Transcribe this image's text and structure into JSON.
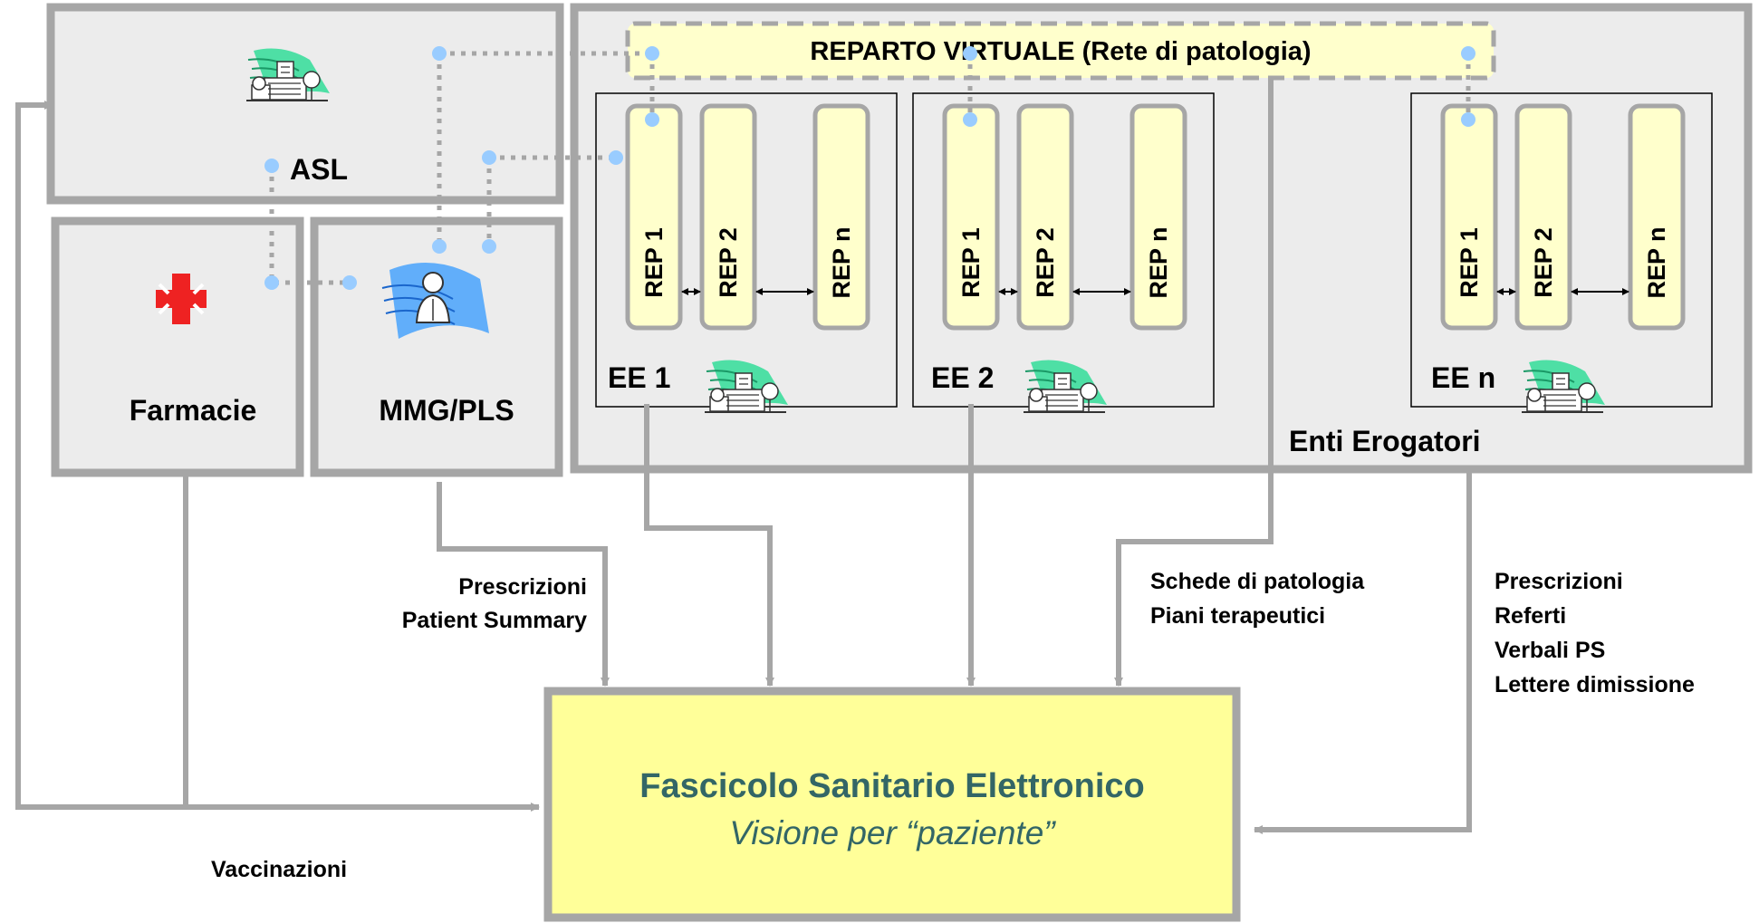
{
  "diagram": {
    "reparto_virtuale": "REPARTO VIRTUALE (Rete di patologia)",
    "asl": "ASL",
    "farmacie": "Farmacie",
    "mmg": "MMG/PLS",
    "enti_erogatori": "Enti Erogatori",
    "ee": [
      "EE 1",
      "EE 2",
      "EE n"
    ],
    "reps": [
      "REP 1",
      "REP 2",
      "REP n"
    ],
    "flows": {
      "mmg": [
        "Prescrizioni",
        "Patient Summary"
      ],
      "rete": [
        "Schede di patologia",
        "Piani terapeutici"
      ],
      "een": [
        "Prescrizioni",
        "Referti",
        "Verbali PS",
        "Lettere dimissione"
      ],
      "farmacie": "Vaccinazioni"
    },
    "fse": {
      "title": "Fascicolo Sanitario Elettronico",
      "subtitle": "Visione per “paziente”"
    },
    "colors": {
      "box_fill": "#ececec",
      "box_border": "#a6a6a6",
      "rep_fill": "#ffffcc",
      "fse_fill": "#ffff99",
      "fse_text": "#336666",
      "dot": "#99ccff"
    },
    "icons": [
      "hospital-icon",
      "pharmacy-cross-icon",
      "doctor-icon"
    ]
  }
}
